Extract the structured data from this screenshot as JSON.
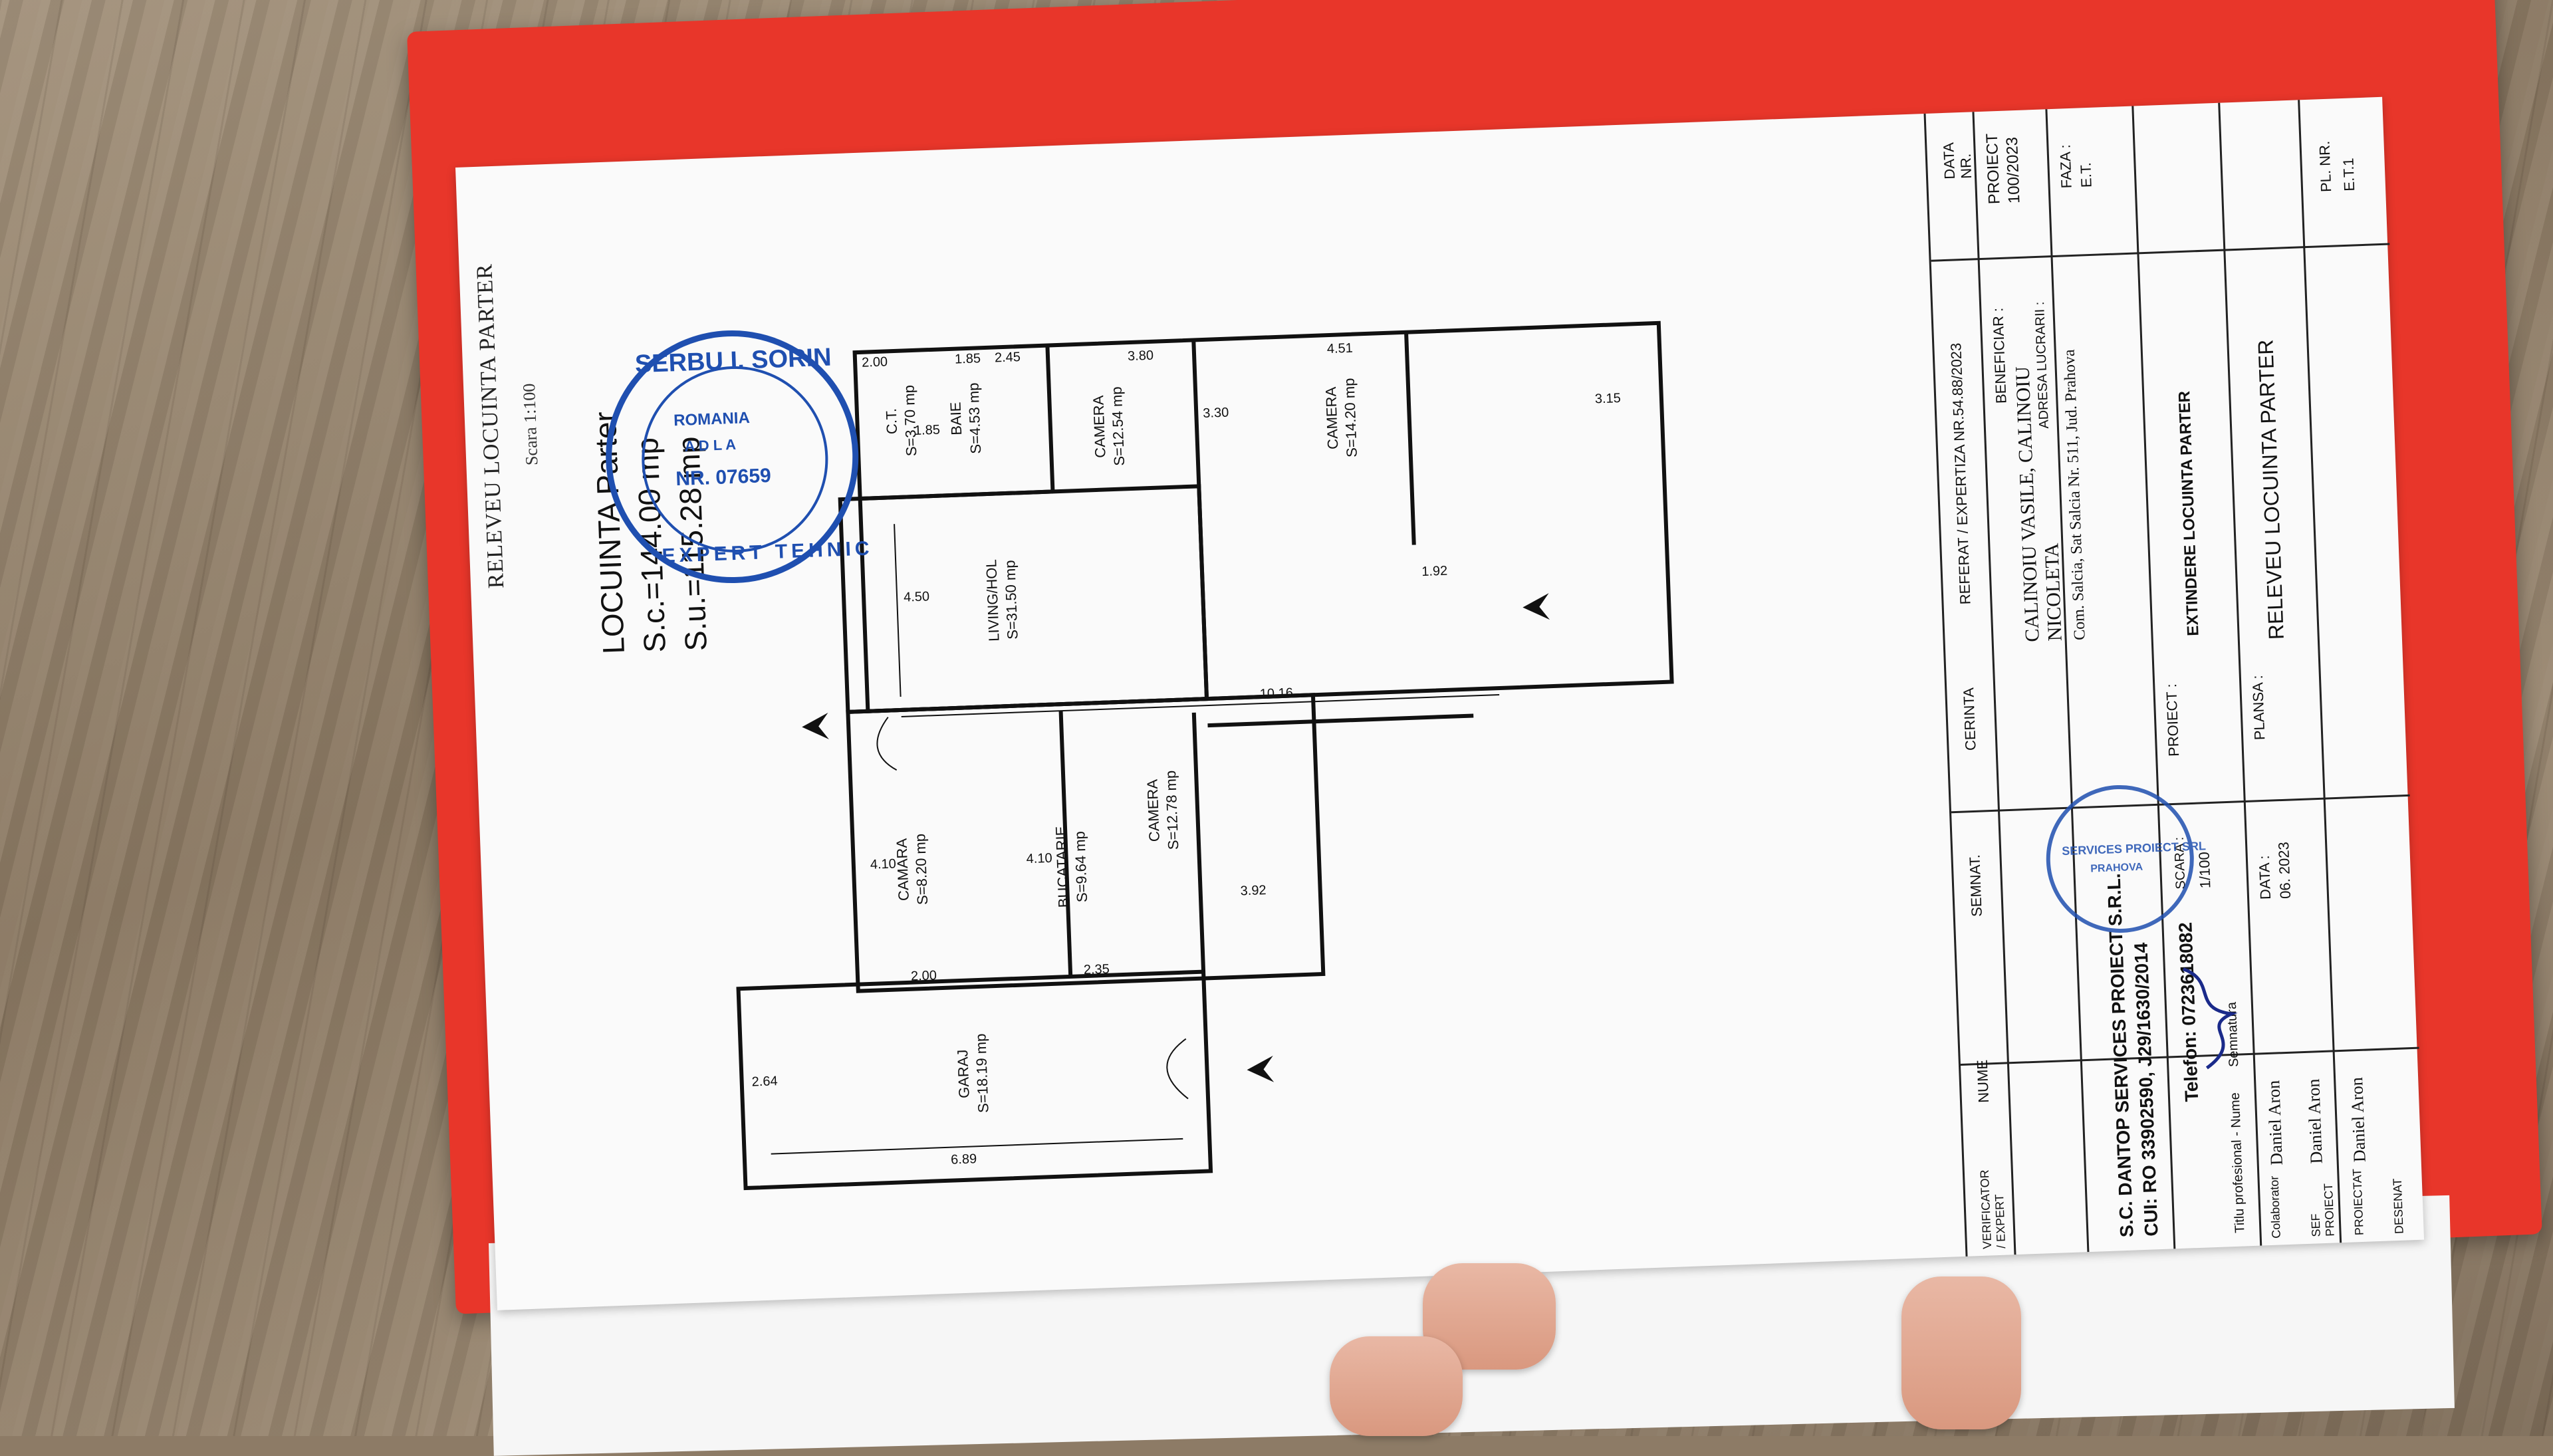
{
  "document": {
    "header_title": "RELEVEU LOCUINTA PARTER",
    "scale": "Scara 1:100",
    "locuinta": {
      "title": "LOCUINTA Parter",
      "sc": "S.c.=144.00 mp",
      "su": "S.u.=115.28 mp"
    }
  },
  "stamp_expert": {
    "name": "SERBU I. SORIN",
    "country": "ROMANIA",
    "number": "NR. 07659",
    "ring": "EXPERT TEHNIC",
    "codes": "A D L A"
  },
  "stamp_company": {
    "text": "SERVICES PROIECT SRL",
    "sub": "PRAHOVA"
  },
  "rooms": [
    {
      "name": "C.T.",
      "area": "S=3.70 mp"
    },
    {
      "name": "BAIE",
      "area": "S=4.53 mp"
    },
    {
      "name": "CAMERA",
      "area": "S=12.54 mp"
    },
    {
      "name": "CAMERA",
      "area": "S=14.20 mp"
    },
    {
      "name": "LIVING/HOL",
      "area": "S=31.50 mp"
    },
    {
      "name": "CAMARA",
      "area": "S=8.20 mp"
    },
    {
      "name": "BUCATARIE",
      "area": "S=9.64 mp"
    },
    {
      "name": "CAMERA",
      "area": "S=12.78 mp"
    },
    {
      "name": "GARAJ",
      "area": "S=18.19 mp"
    }
  ],
  "dimensions": {
    "d200a": "2.00",
    "d185a": "1.85",
    "d185b": "1.85",
    "d245": "2.45",
    "d380": "3.80",
    "d451": "4.51",
    "d330": "3.30",
    "d315": "3.15",
    "d450": "4.50",
    "d192": "1.92",
    "d1016": "10.16",
    "d410a": "4.10",
    "d410b": "4.10",
    "d392": "3.92",
    "d200b": "2.00",
    "d235": "2.35",
    "d264": "2.64",
    "d689": "6.89"
  },
  "title_block": {
    "data_label": "DATA",
    "nr_label": "NR.",
    "referat": "REFERAT / EXPERTIZA NR.54.88/2023",
    "proiect_label": "PROIECT",
    "proiect_nr": "100/2023",
    "beneficiar_label": "BENEFICIAR :",
    "beneficiar": "CALINOIU VASILE, CALINOIU NICOLETA",
    "adresa_label": "ADRESA LUCRARII :",
    "adresa": "Com. Salcia, Sat Salcia Nr. 511, Jud. Prahova",
    "faza_label": "FAZA :",
    "faza": "E.T.",
    "cerinta": "CERINTA",
    "semnat": "SEMNAT.",
    "nume": "NUME",
    "verificator": "VERIFICATOR / EXPERT",
    "project_label": "PROIECT :",
    "project": "EXTINDERE LOCUINTA PARTER",
    "plansa_label": "PLANSA :",
    "plansa": "RELEVEU LOCUINTA PARTER",
    "plnr_label": "PL. NR.",
    "plnr": "E.T.1",
    "scara_label": "SCARA :",
    "scara": "1/100",
    "data_label2": "DATA :",
    "data": "06. 2023",
    "semnatura": "Semnatura",
    "titlu": "Titlu profesional - Nume",
    "colaborator": "Colaborator",
    "sef_proiect": "SEF PROIECT",
    "proiectat": "PROIECTAT",
    "desenat": "DESENAT",
    "person1": "Daniel Aron",
    "person2": "Daniel Aron",
    "person3": "Daniel Aron",
    "company": "S.C. DANTOP SERVICES PROIECT S.R.L.",
    "cui": "CUI: RO 33902590, J29/1630/2014",
    "telefon": "Telefon: 0723618082"
  },
  "colors": {
    "folder": "#e8362a",
    "paper": "#fafafa",
    "ink": "#111111",
    "stamp": "#1f4fb0"
  }
}
